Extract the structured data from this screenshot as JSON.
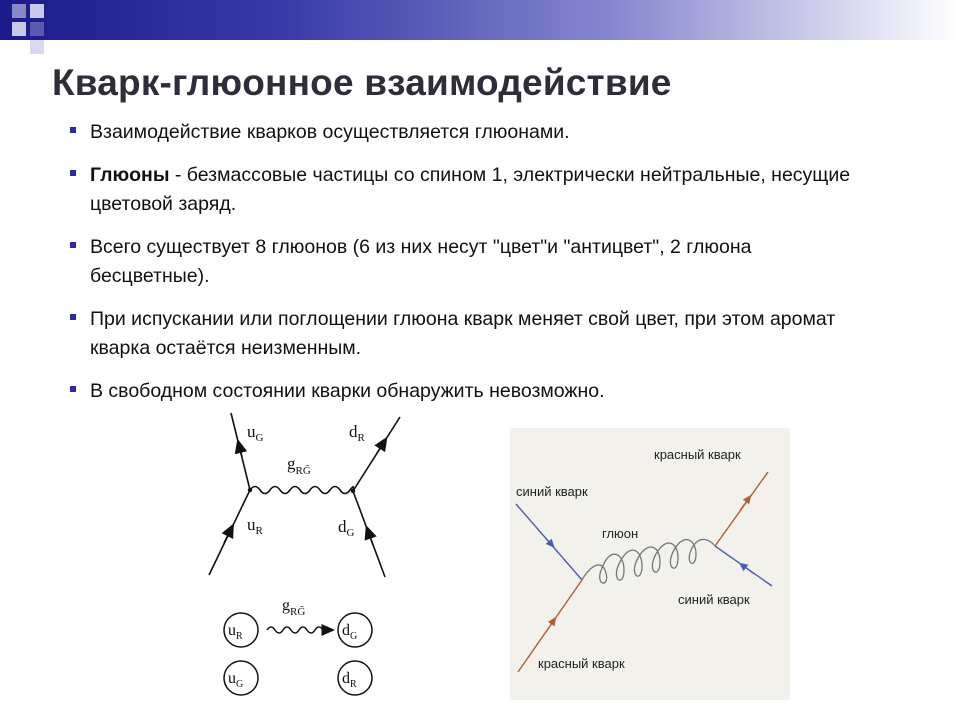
{
  "slide": {
    "title": "Кварк-глюонное взаимодействие",
    "bullets": [
      {
        "bold": "",
        "text": "Взаимодействие кварков осуществляется глюонами."
      },
      {
        "bold": "Глюоны",
        "text": " - безмассовые частицы со спином 1, электрически нейтральные, несущие цветовой заряд."
      },
      {
        "bold": "",
        "text": "Всего существует 8 глюонов (6 из них несут \"цвет\"и \"антицвет\", 2 глюона бесцветные)."
      },
      {
        "bold": "",
        "text": "При испускании или поглощении глюона кварк меняет свой цвет, при этом аромат кварка остаётся неизменным."
      },
      {
        "bold": "",
        "text": "В свободном состоянии кварки обнаружить невозможно."
      }
    ]
  },
  "feynman": {
    "uG": {
      "main": "u",
      "sub": "G"
    },
    "dR": {
      "main": "d",
      "sub": "R"
    },
    "gRG": {
      "main": "g",
      "sub": "RG̃"
    },
    "uR": {
      "main": "u",
      "sub": "R"
    },
    "dG": {
      "main": "d",
      "sub": "G"
    }
  },
  "circles": {
    "g": {
      "main": "g",
      "sub": "RG̃"
    },
    "c1": {
      "main": "u",
      "sub": "R"
    },
    "c2": {
      "main": "d",
      "sub": "G"
    },
    "c3": {
      "main": "u",
      "sub": "G"
    },
    "c4": {
      "main": "d",
      "sub": "R"
    }
  },
  "photo": {
    "red_top": "красный кварк",
    "blue_left": "синий кварк",
    "gluon": "глюон",
    "blue_right": "синий кварк",
    "red_bottom": "красный кварк"
  },
  "colors": {
    "accent": "#2b2b9a",
    "blue_line": "#4a5fb0",
    "red_line": "#b0602f"
  }
}
